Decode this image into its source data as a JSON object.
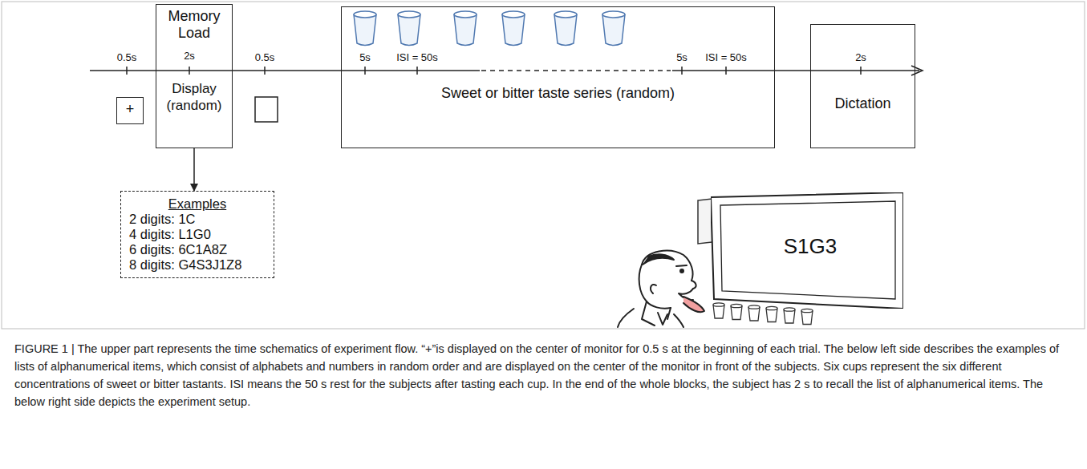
{
  "diagram": {
    "caption": "FIGURE 1 | The upper part represents the time schematics of experiment flow. “+”is displayed on the center of monitor for 0.5 s at the beginning of each trial. The below left side describes the examples of lists of alphanumerical items, which consist of alphabets and numbers in random order and are displayed on the center of the monitor in front of the subjects. Six cups represent the six different concentrations of sweet or bitter tastants. ISI means the 50 s rest for the subjects after tasting each cup. In the end of the whole blocks, the subject has 2 s to recall the list of alphanumerical items. The below right side depicts the experiment setup.",
    "nodes": [
      {
        "text": [
          "+"
        ]
      },
      {
        "text": [
          "Memory Load",
          "Display (random)"
        ]
      },
      {
        "text": [
          "Sweet or bitter taste series (random)"
        ]
      },
      {
        "text": [
          "Dictation"
        ]
      },
      {
        "text": [
          "Examples",
          "2 digits: 1C",
          "4 digits: L1G0",
          "6 digits: 6C1A8Z",
          "8 digits: G4S3J1Z8"
        ]
      },
      {
        "text": [
          "S1G3"
        ]
      }
    ],
    "edges": [
      {
        "from": 1,
        "to": 4,
        "arrow": "to"
      }
    ],
    "labels": [
      "0.5s",
      "2s",
      "0.5s",
      "5s",
      "ISI = 50s",
      "5s",
      "ISI = 50s",
      "2s"
    ]
  }
}
